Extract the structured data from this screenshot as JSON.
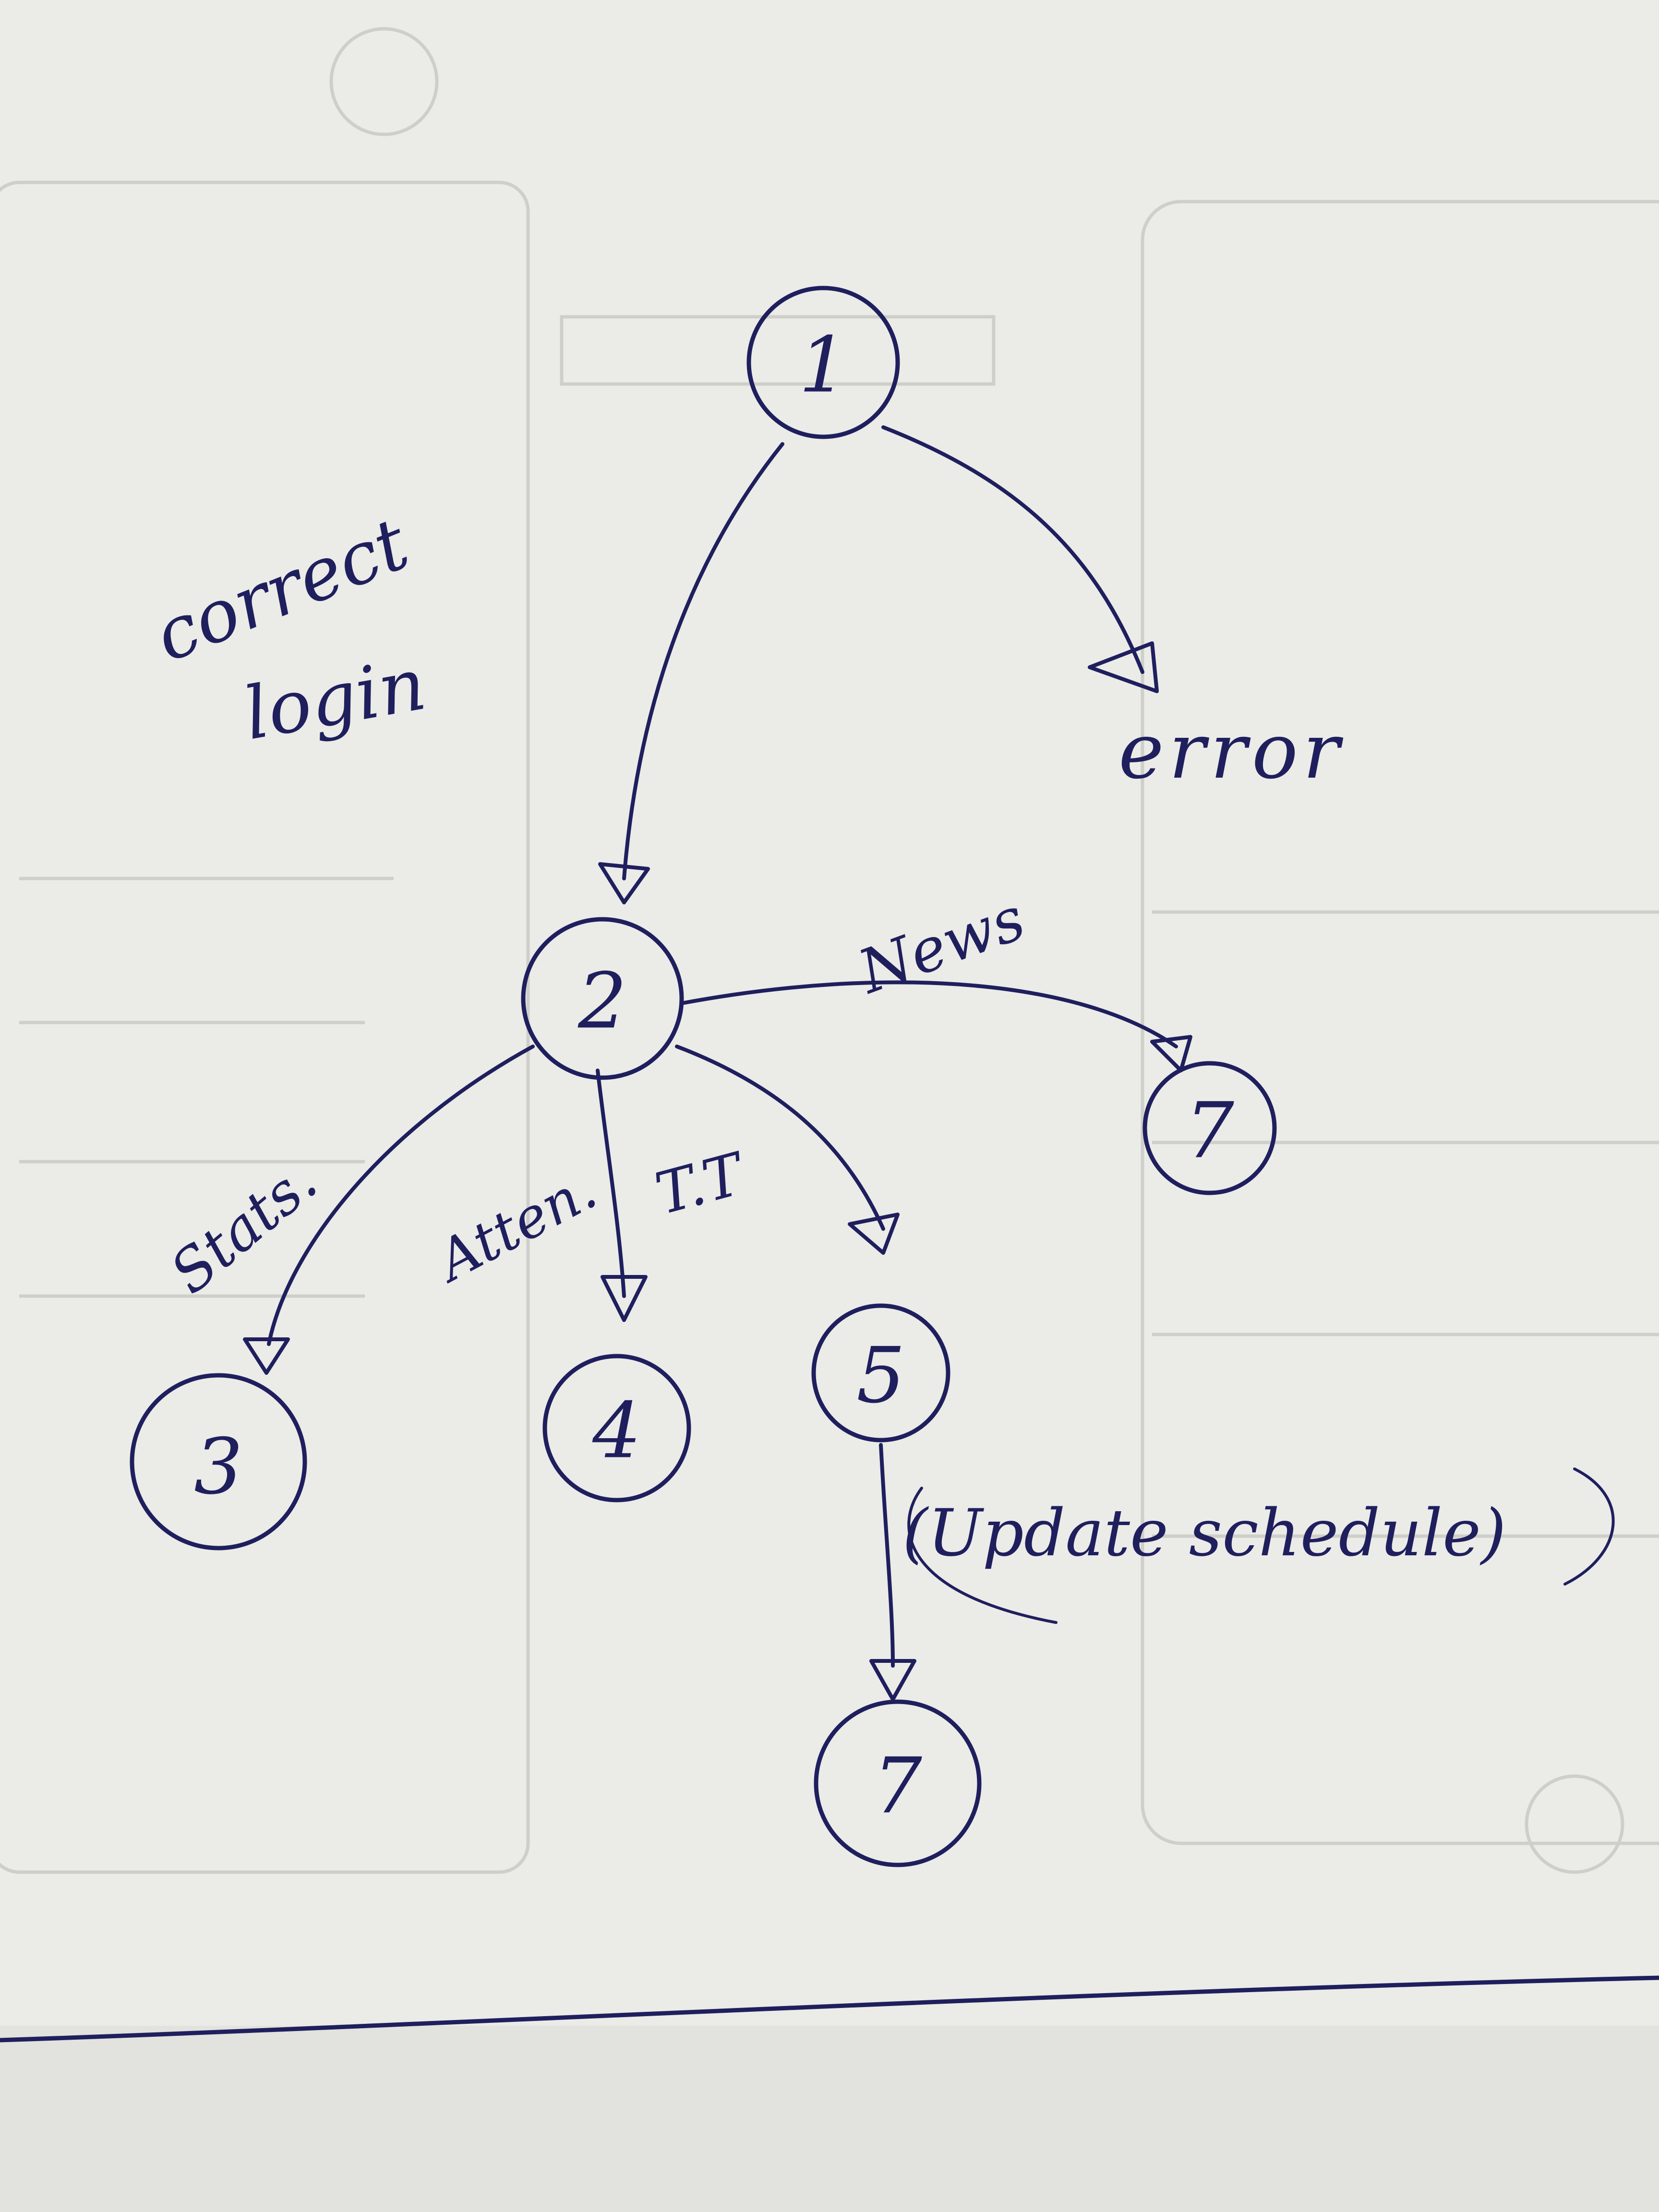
{
  "nodes": [
    {
      "id": "n1",
      "label": "1"
    },
    {
      "id": "n2",
      "label": "2"
    },
    {
      "id": "n3",
      "label": "3"
    },
    {
      "id": "n4",
      "label": "4"
    },
    {
      "id": "n5",
      "label": "5"
    },
    {
      "id": "n6",
      "label": "7"
    },
    {
      "id": "n7",
      "label": "7"
    }
  ],
  "edges": [
    {
      "from": "1",
      "to": "2",
      "label": "correct login"
    },
    {
      "from": "1",
      "to": "error",
      "label": "error"
    },
    {
      "from": "2",
      "to": "3",
      "label": "Stats."
    },
    {
      "from": "2",
      "to": "4",
      "label": "Atten."
    },
    {
      "from": "2",
      "to": "5",
      "label": "T.T"
    },
    {
      "from": "2",
      "to": "7",
      "label": "News"
    },
    {
      "from": "5",
      "to": "7",
      "label": "(Update schedule)"
    }
  ],
  "labels": {
    "correct": "correct",
    "login": "login",
    "error": "error",
    "stats": "Stats.",
    "atten": "Atten.",
    "tt": "T.T",
    "news": "News",
    "update_schedule": "(Update schedule)"
  }
}
